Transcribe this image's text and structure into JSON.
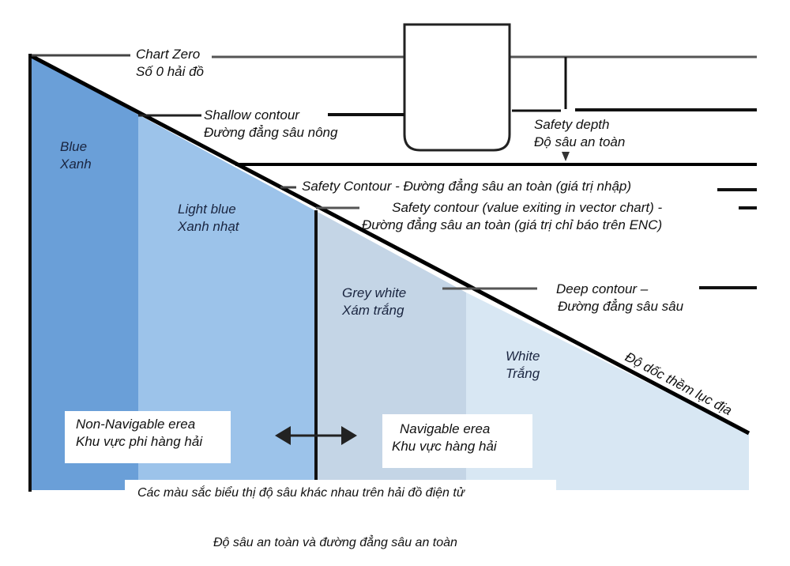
{
  "diagram": {
    "caption": "Độ sâu an toàn và đường đẳng sâu an toàn",
    "legend_banner": "Các màu sắc biểu thị độ sâu khác nhau trên hải đồ điện tử",
    "chart_zero": {
      "en": "Chart Zero",
      "vi": "Số  0 hải đồ"
    },
    "shallow_contour": {
      "en": "Shallow contour",
      "vi": "Đường đẳng sâu nông"
    },
    "safety_depth": {
      "en": "Safety depth",
      "vi": "Độ sâu an toàn"
    },
    "safety_contour_input": "Safety Contour - Đường đẳng sâu an toàn (giá trị nhập)",
    "safety_contour_enc": {
      "en": "Safety contour (value exiting in vector chart) -",
      "vi": "Đường đẳng sâu an toàn (giá trị chỉ báo trên ENC)"
    },
    "deep_contour": {
      "en": "Deep contour –",
      "vi": "Đường đẳng sâu sâu"
    },
    "slope_label": "Độ dốc thềm lục địa",
    "zones": [
      {
        "en": "Blue",
        "vi": "Xanh",
        "color": "#6a9fd8"
      },
      {
        "en": "Light blue",
        "vi": "Xanh nhạt",
        "color": "#9cc3ea"
      },
      {
        "en": "Grey white",
        "vi": "Xám trắng",
        "color": "#c4d5e6"
      },
      {
        "en": "White",
        "vi": "Trắng",
        "color": "#d8e7f3"
      }
    ],
    "non_navigable": {
      "en": "Non-Navigable erea",
      "vi": "Khu vực phi hàng hải"
    },
    "navigable": {
      "en": "Navigable erea",
      "vi": "Khu vực hàng hải"
    }
  }
}
